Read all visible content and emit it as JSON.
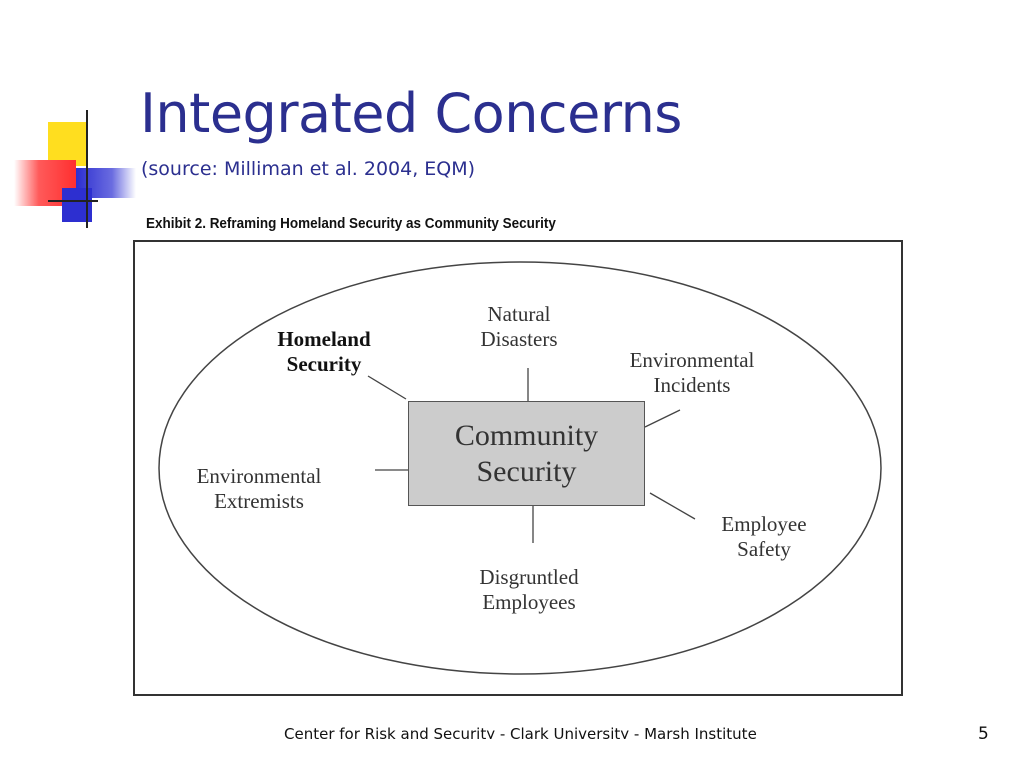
{
  "slide": {
    "title": "Integrated Concerns",
    "subtitle": "(source: Milliman et al. 2004, EQM)",
    "footer": "Center for Risk and Security - Clark University - Marsh Institute",
    "page_number": "5"
  },
  "exhibit": {
    "caption": "Exhibit 2. Reframing Homeland Security as Community Security",
    "center": {
      "line1": "Community",
      "line2": "Security"
    },
    "nodes": {
      "homeland": {
        "line1": "Homeland",
        "line2": "Security"
      },
      "natural": {
        "line1": "Natural",
        "line2": "Disasters"
      },
      "env_incidents": {
        "line1": "Environmental",
        "line2": "Incidents"
      },
      "env_extremists": {
        "line1": "Environmental",
        "line2": "Extremists"
      },
      "employee_safety": {
        "line1": "Employee",
        "line2": "Safety"
      },
      "disgruntled": {
        "line1": "Disgruntled",
        "line2": "Employees"
      }
    }
  },
  "colors": {
    "title": "#2b2f8f",
    "box_fill": "#cccccc",
    "logo_yellow": "#ffde1f",
    "logo_red": "#ff2f2f",
    "logo_blue": "#2d2fd0"
  }
}
